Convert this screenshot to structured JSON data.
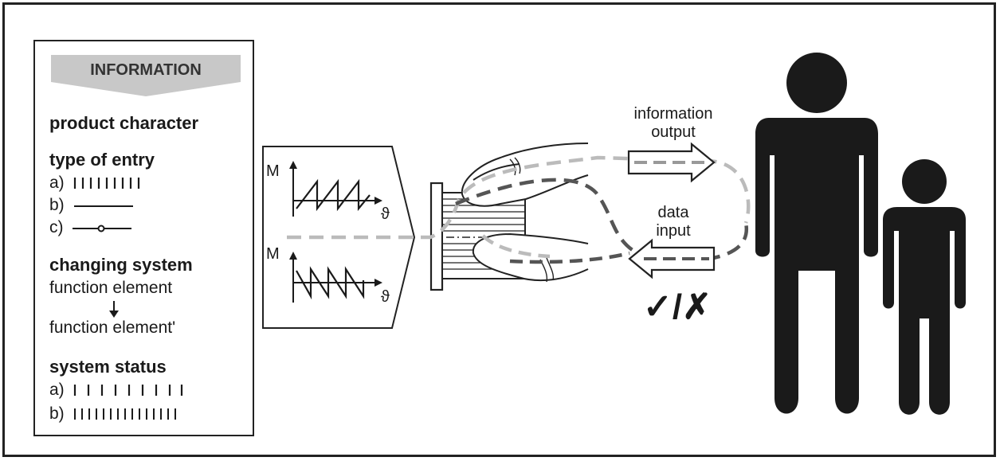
{
  "info": {
    "title": "INFORMATION",
    "product_character": "product character",
    "type_of_entry": "type of entry",
    "entry_options": [
      "a)",
      "b)",
      "c)"
    ],
    "changing_system": "changing system",
    "function_element": "function element",
    "function_element_prime": "function element'",
    "system_status": "system status",
    "status_options": [
      "a)",
      "b)"
    ]
  },
  "graphs": {
    "axis_y": "M",
    "axis_x": "ϑ"
  },
  "flows": {
    "output_line1": "information",
    "output_line2": "output",
    "input_line1": "data",
    "input_line2": "input",
    "verdict": "✓/✗"
  },
  "colors": {
    "ink": "#1a1a1a",
    "banner_gray": "#c8c8c8",
    "dash_light": "#bbbbbb",
    "dash_dark": "#555555"
  }
}
